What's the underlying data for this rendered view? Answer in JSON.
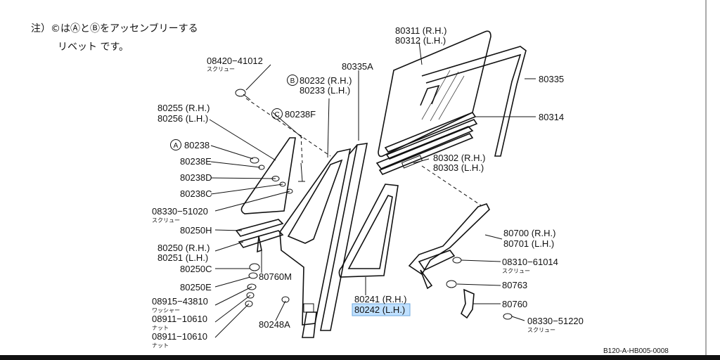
{
  "note": {
    "line1": "注）©はⒶとⒷをアッセンブリーする",
    "line2": "リベット です。"
  },
  "labels": {
    "p08420": "08420−41012",
    "p08420_sub": "スクリュー",
    "p80335A": "80335A",
    "p80232": "80232 (R.H.)",
    "p80233": "80233 (L.H.)",
    "p80232_mark": "B",
    "p80311": "80311 (R.H.)",
    "p80312": "80312 (L.H.)",
    "p80335": "80335",
    "p80314": "80314",
    "p80255": "80255 (R.H.)",
    "p80256": "80256 (L.H.)",
    "p80238F": "80238F",
    "p80238F_mark": "C",
    "p80238": "80238",
    "p80238_mark": "A",
    "p80238E": "80238E",
    "p80238D": "80238D",
    "p80238C": "80238C",
    "p80302": "80302 (R.H.)",
    "p80303": "80303 (L.H.)",
    "p08330a": "08330−51020",
    "p08330a_sub": "スクリュー",
    "p80250H": "80250H",
    "p80250": "80250 (R.H.)",
    "p80251": "80251 (L.H.)",
    "p80250C": "80250C",
    "p80760M": "80760M",
    "p80700": "80700 (R.H.)",
    "p80701": "80701 (L.H.)",
    "p08310": "08310−61014",
    "p08310_sub": "スクリュー",
    "p80763": "80763",
    "p80250E": "80250E",
    "p80241": "80241 (R.H.)",
    "p80242": "80242 (L.H.)",
    "p80760": "80760",
    "p08915": "08915−43810",
    "p08915_sub": "ワッシャー",
    "p08911a": "08911−10610",
    "p08911a_sub": "ナット",
    "p80248A": "80248A",
    "p08330b": "08330−51220",
    "p08330b_sub": "スクリュー",
    "p08911b": "08911−10610",
    "p08911b_sub": "ナット",
    "figure_code": "B120-A-HB005-0008"
  }
}
